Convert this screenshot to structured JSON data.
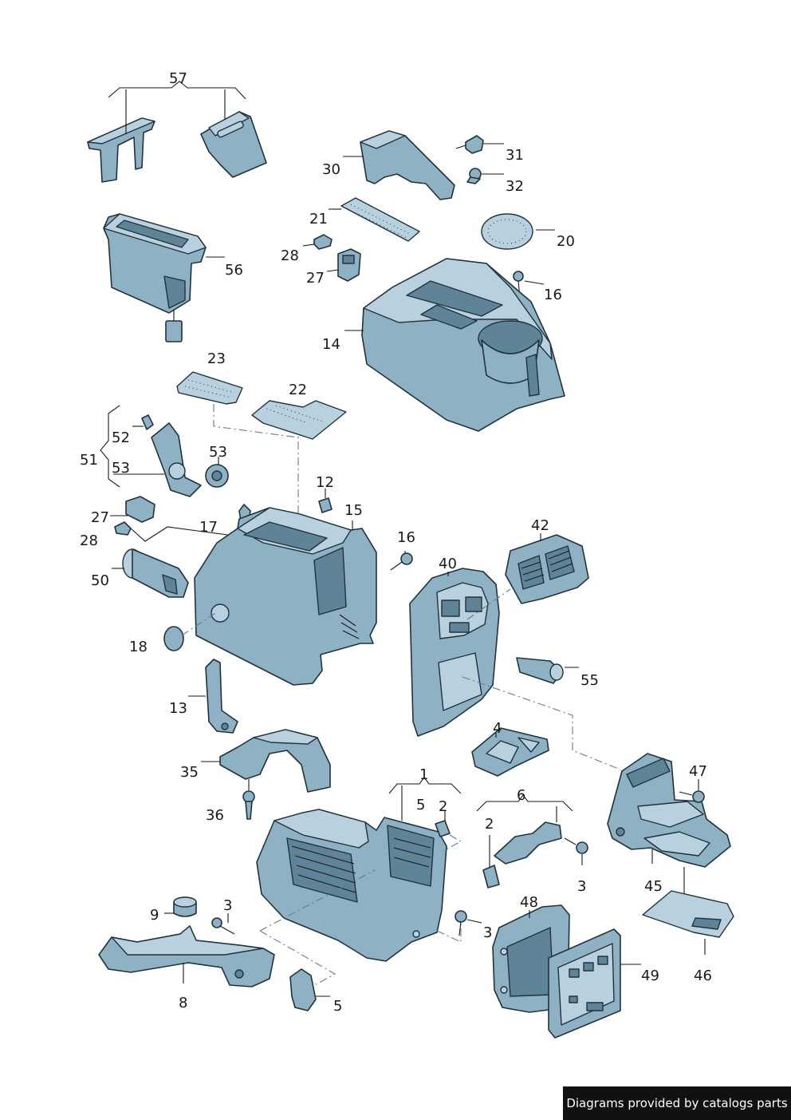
{
  "labels": {
    "p57": "57",
    "p30": "30",
    "p31": "31",
    "p32": "32",
    "p21": "21",
    "p20": "20",
    "p56": "56",
    "p28a": "28",
    "p27a": "27",
    "p16a": "16",
    "p14": "14",
    "p23": "23",
    "p22": "22",
    "p52": "52",
    "p51": "51",
    "p53a": "53",
    "p53b": "53",
    "p12": "12",
    "p15": "15",
    "p27b": "27",
    "p17": "17",
    "p28b": "28",
    "p16b": "16",
    "p42": "42",
    "p40": "40",
    "p50": "50",
    "p18": "18",
    "p55": "55",
    "p13": "13",
    "p4": "4",
    "p35": "35",
    "p1": "1",
    "p5a": "5",
    "p2a": "2",
    "p6": "6",
    "p2b": "2",
    "p47": "47",
    "p36": "36",
    "p3a": "3",
    "p45": "45",
    "p9": "9",
    "p3b": "3",
    "p48": "48",
    "p3c": "3",
    "p49": "49",
    "p46": "46",
    "p8": "8",
    "p5b": "5"
  },
  "credit": "Diagrams provided by catalogs parts"
}
